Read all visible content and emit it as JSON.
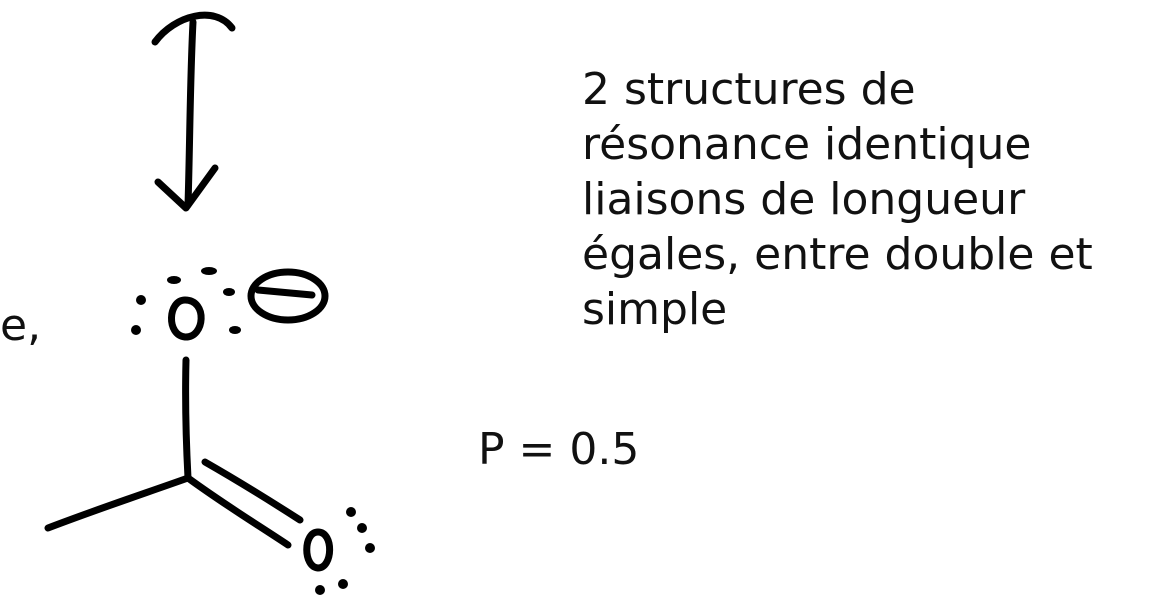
{
  "edge_text": "e,",
  "atoms": {
    "oxygen_top": "O",
    "oxygen_bottom": "O"
  },
  "notes": [
    "2 structures de",
    "résonance identique",
    "liaisons de longueur",
    "égales, entre double et",
    "simple"
  ],
  "probability": "P = 0.5"
}
